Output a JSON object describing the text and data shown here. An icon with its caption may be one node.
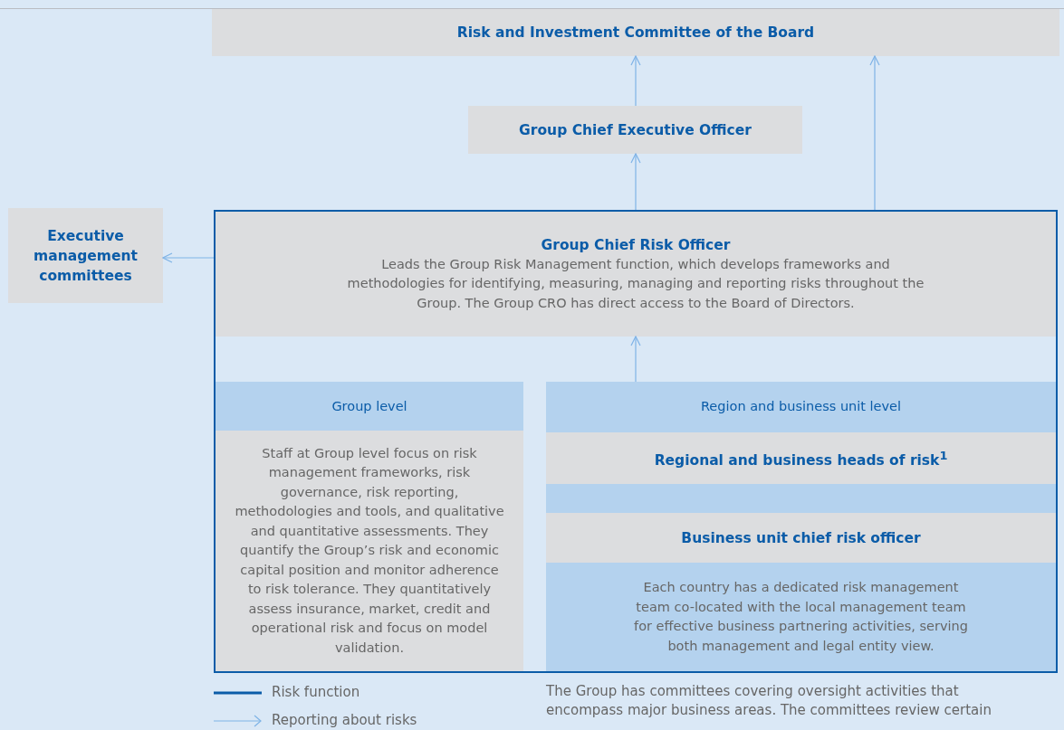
{
  "diagram": {
    "nodes": [
      {
        "text": [
          "Risk and Investment Committee of the Board"
        ]
      },
      {
        "text": [
          "Group Chief Executive Officer"
        ]
      },
      {
        "text": [
          "Executive management committees"
        ]
      },
      {
        "text": [],
        "shape": "box"
      },
      {
        "text": [
          "Group Chief Risk Officer",
          "Leads the Group Risk Management function, which develops frameworks and methodologies for identifying, measuring, managing and reporting risks throughout the Group. The Group CRO has direct access to the Board of Directors."
        ],
        "in": 3
      },
      {
        "text": [
          "Group level"
        ],
        "in": 3
      },
      {
        "text": [
          "Staff at Group level focus on risk management frameworks, risk governance, risk reporting, methodologies and tools, and qualitative and quantitative assessments. They quantify the Group’s risk and economic capital position and monitor adherence to risk tolerance. They quantitatively assess insurance, market, credit and operational risk and focus on model validation."
        ],
        "in": 3
      },
      {
        "text": [
          "Region and business unit level"
        ],
        "in": 3
      },
      {
        "text": [
          "Regional and business heads of risk$^{1}$"
        ],
        "in": 7
      },
      {
        "text": [
          "Business unit chief risk officer"
        ],
        "in": 7
      },
      {
        "text": [
          "Each country has a dedicated risk management team co-located with the local management team for effective business partnering activities, serving both management and legal entity view."
        ],
        "in": 7
      }
    ],
    "edges": [
      {
        "from": 1,
        "to": 0,
        "arrow": "to"
      },
      {
        "from": 3,
        "to": 1,
        "arrow": "to"
      },
      {
        "from": 3,
        "to": 0,
        "arrow": "to"
      },
      {
        "from": 3,
        "to": 2,
        "arrow": "to"
      },
      {
        "from": 7,
        "to": 4,
        "arrow": "to"
      }
    ],
    "labels": [
      "The Group has committees covering oversight activities that encompass major business areas. The committees review certain"
    ],
    "legend": [
      {
        "text": "Risk function"
      },
      {
        "text": "Reporting about risks"
      }
    ]
  }
}
